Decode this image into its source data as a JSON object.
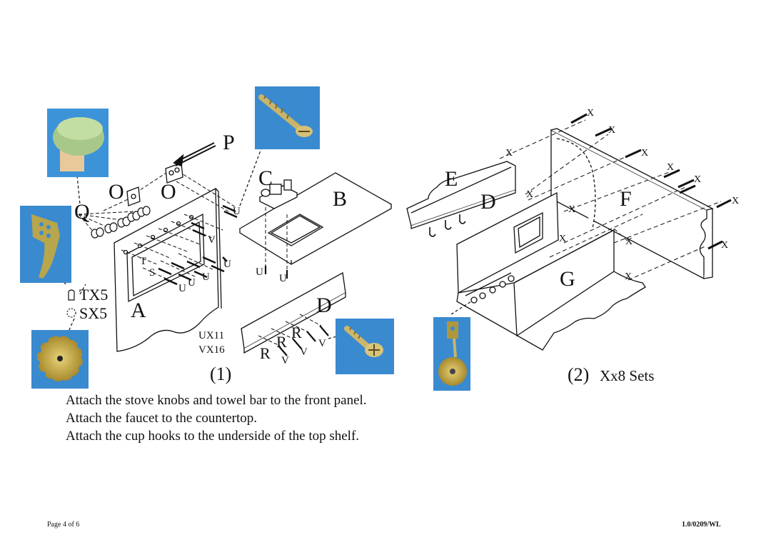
{
  "labels": {
    "A": "A",
    "B": "B",
    "C": "C",
    "D": "D",
    "E": "E",
    "F": "F",
    "G": "G",
    "O": "O",
    "P": "P",
    "Q": "Q",
    "R": "R",
    "S": "S",
    "T": "T",
    "U": "U",
    "V": "V",
    "X": "X"
  },
  "parts": {
    "tx": "TX5",
    "sx": "SX5",
    "ux": "UX11",
    "vx": "VX16"
  },
  "steps": {
    "step1": "(1)",
    "step2": "(2)",
    "step2_sets": "Xx8 Sets"
  },
  "instructions": [
    "Attach the stove knobs and towel bar to the front panel.",
    "Attach the faucet to the countertop.",
    "Attach the cup hooks to the underside of the top shelf."
  ],
  "footer": {
    "page": "Page 4 of 6",
    "code": "1.0/0209/WL"
  },
  "colors": {
    "photo_bg": "#3a8fd6",
    "line": "#111111"
  },
  "icons": [
    "screw-photo",
    "knob-photo",
    "bracket-photo",
    "star-washer-photo",
    "mount-photo"
  ]
}
